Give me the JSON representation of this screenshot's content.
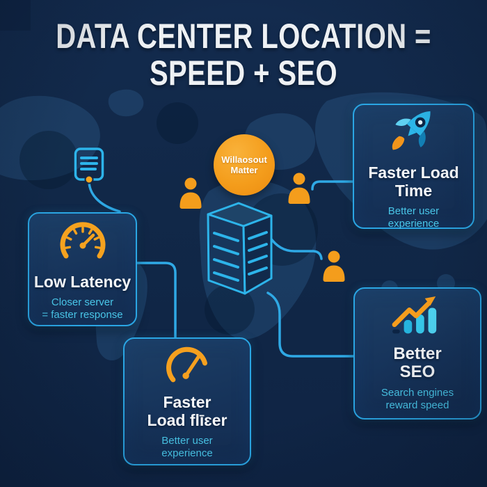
{
  "title": {
    "line1": "DATA CENTER LOCATION =",
    "line2": "SPEED + SEO"
  },
  "bubble": {
    "line1": "Willaosout",
    "line2": "Matter"
  },
  "cards": {
    "low_latency": {
      "icon": "speedometer-icon",
      "title_line1": "Low Latency",
      "sub_line1": "Closer server",
      "sub_line2": "= faster response"
    },
    "faster_load_time": {
      "icon": "rocket-icon",
      "title_line1": "Faster Load",
      "title_line2": "Time",
      "sub_line1": "Better user",
      "sub_line2": "experience"
    },
    "faster_load_flier": {
      "icon": "gauge-needle-icon",
      "title_line1": "Faster",
      "title_line2": "Load flīɛer",
      "sub_line1": "Better user",
      "sub_line2": "experience"
    },
    "better_seo": {
      "icon": "growth-chart-icon",
      "title_line1": "Better",
      "title_line2": "SEO",
      "sub_line1": "Search engines",
      "sub_line2": "reward speed"
    }
  },
  "decor_icons": [
    "server-isometric-icon",
    "document-server-icon",
    "user-icon",
    "user-icon",
    "user-icon",
    "world-map-silhouette"
  ],
  "colors": {
    "background": "#112848",
    "map_silhouette": "#1c3d62",
    "card_border": "#2aa6e4",
    "card_background_top": "#1d3f66",
    "card_background_bottom": "#132c50",
    "connector_line": "#2fa9e5",
    "accent_orange": "#f49d1c",
    "accent_cyan": "#49c6e8",
    "text_white": "#f2f4f6"
  }
}
